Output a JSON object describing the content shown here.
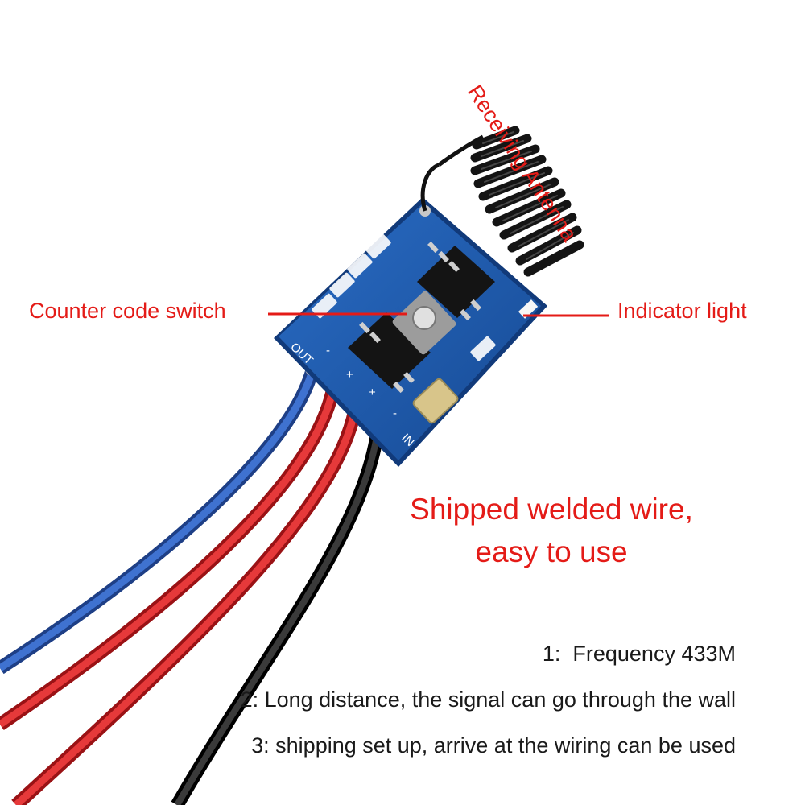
{
  "callouts": {
    "antenna": "Receiving Antenna",
    "counter_code_switch": "Counter code switch",
    "indicator_light": "Indicator light"
  },
  "board": {
    "out_label": "OUT",
    "in_label": "IN",
    "minus": "-",
    "plus": "+"
  },
  "headline": {
    "line1": "Shipped welded wire,",
    "line2": "easy to use"
  },
  "features": [
    "1:  Frequency 433M",
    "2: Long distance, the signal can go through the wall",
    "3: shipping set up, arrive at the wiring can be used"
  ],
  "colors": {
    "callout_red": "#e41b17",
    "board_blue": "#1f5fb0",
    "wire_blue": "#2f5fb8",
    "wire_red": "#d8262a",
    "wire_black": "#1c1c1c",
    "text_black": "#1a1a1a"
  }
}
